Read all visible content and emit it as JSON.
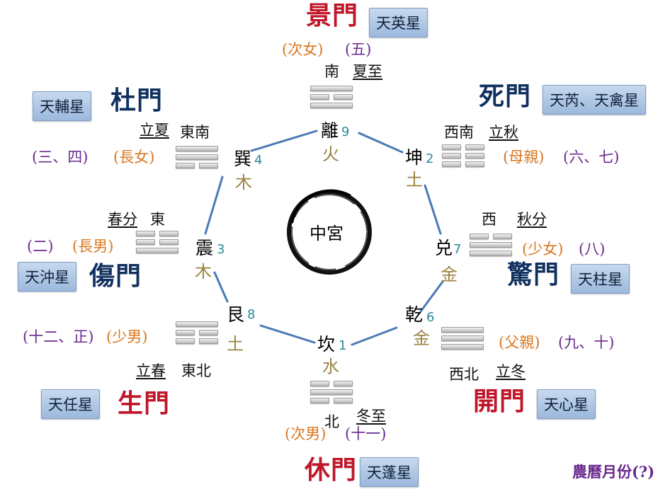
{
  "colors": {
    "door_red": "#c0162a",
    "door_navy": "#10305f",
    "family_orange": "#d9771f",
    "month_purple": "#6a2a8f",
    "element_gold": "#9a8342",
    "number_teal": "#2a8a9a",
    "line_blue": "#4a7ab5"
  },
  "center": {
    "label": "中宮"
  },
  "palaces": [
    {
      "id": "li",
      "trigram": "離",
      "number": "9",
      "element": "火",
      "direction": "南",
      "solar_term": "夏至",
      "door": "景門",
      "door_color": "red",
      "star": "天英星",
      "family": "(次女)",
      "months": "(五)",
      "lines": [
        1,
        0,
        1
      ]
    },
    {
      "id": "kun",
      "trigram": "坤",
      "number": "2",
      "element": "土",
      "direction": "西南",
      "solar_term": "立秋",
      "door": "死門",
      "door_color": "navy",
      "star": "天芮、天禽星",
      "family": "(母親)",
      "months": "(六、七)",
      "lines": [
        0,
        0,
        0
      ]
    },
    {
      "id": "dui",
      "trigram": "兑",
      "number": "7",
      "element": "金",
      "direction": "西",
      "solar_term": "秋分",
      "door": "驚門",
      "door_color": "navy",
      "star": "天柱星",
      "family": "(少女)",
      "months": "(八)",
      "lines": [
        0,
        1,
        1
      ]
    },
    {
      "id": "qian",
      "trigram": "乾",
      "number": "6",
      "element": "金",
      "direction": "西北",
      "solar_term": "立冬",
      "door": "開門",
      "door_color": "red",
      "star": "天心星",
      "family": "(父親)",
      "months": "(九、十)",
      "lines": [
        1,
        1,
        1
      ]
    },
    {
      "id": "kan",
      "trigram": "坎",
      "number": "1",
      "element": "水",
      "direction": "北",
      "solar_term": "冬至",
      "door": "休門",
      "door_color": "red",
      "star": "天蓬星",
      "family": "(次男)",
      "months": "(十一)",
      "lines": [
        0,
        1,
        0
      ]
    },
    {
      "id": "gen",
      "trigram": "艮",
      "number": "8",
      "element": "土",
      "direction": "東北",
      "solar_term": "立春",
      "door": "生門",
      "door_color": "red",
      "star": "天任星",
      "family": "(少男)",
      "months": "(十二、正)",
      "lines": [
        1,
        0,
        0
      ]
    },
    {
      "id": "zhen",
      "trigram": "震",
      "number": "3",
      "element": "木",
      "direction": "東",
      "solar_term": "春分",
      "door": "傷門",
      "door_color": "navy",
      "star": "天沖星",
      "family": "(長男)",
      "months": "(二)",
      "lines": [
        0,
        0,
        1
      ]
    },
    {
      "id": "xun",
      "trigram": "巽",
      "number": "4",
      "element": "木",
      "direction": "東南",
      "solar_term": "立夏",
      "door": "杜門",
      "door_color": "navy",
      "star": "天輔星",
      "family": "(長女)",
      "months": "(三、四)",
      "lines": [
        1,
        1,
        0
      ]
    }
  ],
  "footnote": "農曆月份(?)"
}
